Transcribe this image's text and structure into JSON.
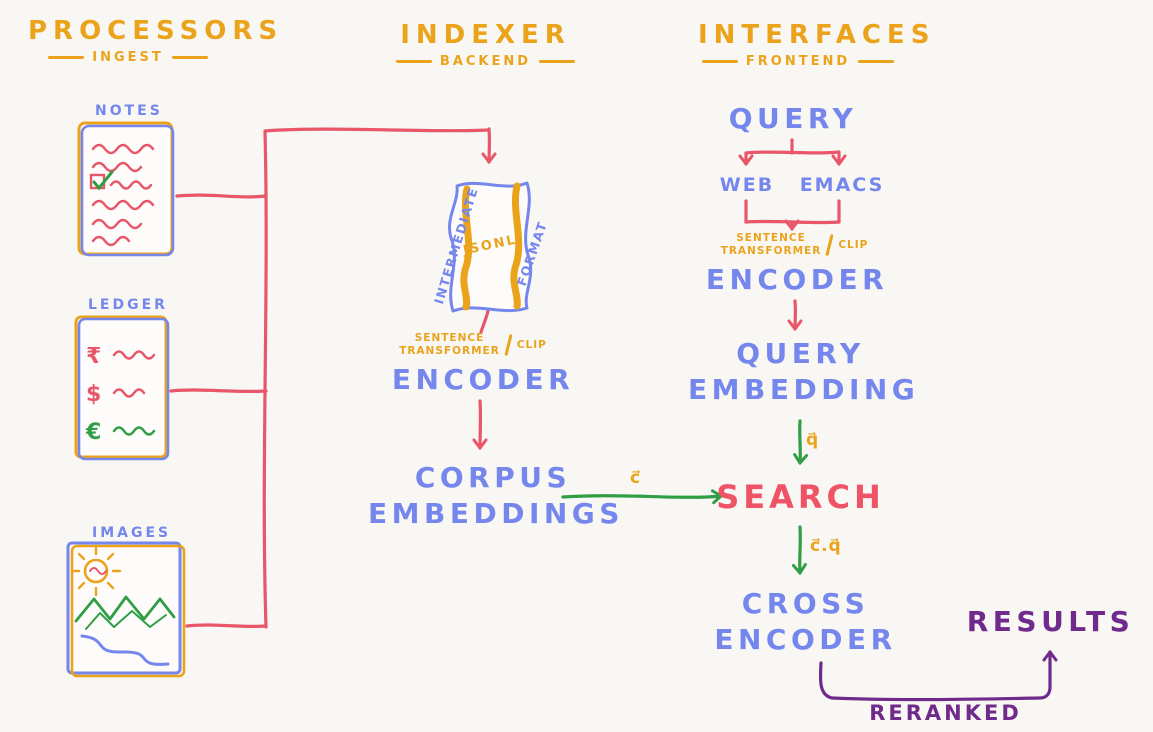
{
  "header": {
    "processors": {
      "title": "PROCESSORS",
      "subtitle": "INGEST"
    },
    "indexer": {
      "title": "INDEXER",
      "subtitle": "BACKEND"
    },
    "interfaces": {
      "title": "INTERFACES",
      "subtitle": "FRONTEND"
    }
  },
  "processors": {
    "notes": "NOTES",
    "ledger": "LEDGER",
    "images": "IMAGES",
    "ledger_currencies": [
      "₹",
      "$",
      "€"
    ]
  },
  "indexer": {
    "scroll": {
      "left": "INTERMEDIATE",
      "center": "JSONL",
      "right": "FORMAT"
    },
    "model_line1": "SENTENCE",
    "model_line2": "TRANSFORMER",
    "model_clip": "CLIP",
    "encoder": "ENCODER",
    "corpus_line1": "CORPUS",
    "corpus_line2": "EMBEDDINGS",
    "corpus_vector": "c⃗"
  },
  "interfaces": {
    "query": "QUERY",
    "web": "WEB",
    "emacs": "EMACS",
    "model_line1": "SENTENCE",
    "model_line2": "TRANSFORMER",
    "model_clip": "CLIP",
    "encoder": "ENCODER",
    "embedding_line1": "QUERY",
    "embedding_line2": "EMBEDDING",
    "query_vector": "q⃗",
    "search": "SEARCH",
    "dot_product": "c⃗.q⃗",
    "cross_line1": "CROSS",
    "cross_line2": "ENCODER",
    "results": "RESULTS",
    "reranked": "RERANKED"
  },
  "colors": {
    "background": "#f8f7f4",
    "yellow": "#eaa31b",
    "blue": "#7586ec",
    "red": "#e8566a",
    "green": "#2f9e44",
    "purple": "#702a8c",
    "search_red": "#ef5366"
  }
}
